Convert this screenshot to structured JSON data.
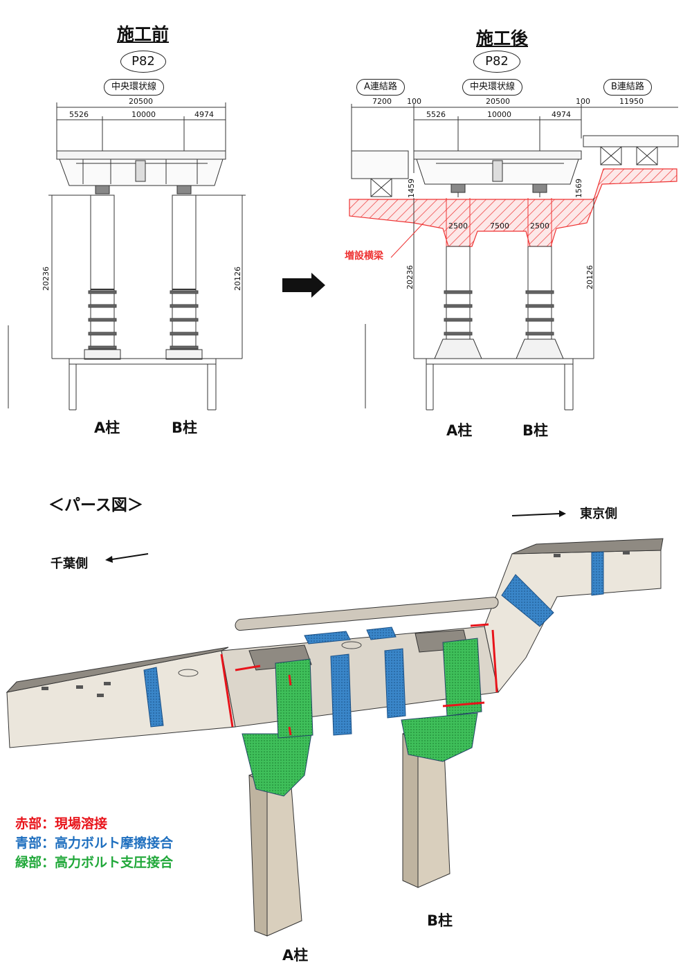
{
  "before": {
    "title": "施工前",
    "pier": "P82",
    "route": "中央環状線",
    "dims": {
      "total": "20500",
      "left": "5526",
      "mid": "10000",
      "right": "4974",
      "heightA": "20236",
      "heightB": "20126"
    },
    "colA": "A柱",
    "colB": "B柱"
  },
  "after": {
    "title": "施工後",
    "pier": "P82",
    "routeA": "A連結路",
    "route": "中央環状線",
    "routeB": "B連結路",
    "dims": {
      "a": "7200",
      "gapL": "100",
      "total": "20500",
      "gapR": "100",
      "b": "11950",
      "left": "5526",
      "mid": "10000",
      "right": "4974",
      "h1": "1459",
      "h2": "1569",
      "w1": "2500",
      "w2": "7500",
      "w3": "2500",
      "heightA": "20236",
      "heightB": "20126"
    },
    "beam_label": "増設横梁",
    "colA": "A柱",
    "colB": "B柱"
  },
  "perspective": {
    "title": "＜パース図＞",
    "tokyo": "東京側",
    "chiba": "千葉側",
    "legend": [
      {
        "text": "赤部：現場溶接",
        "color": "#e8141b"
      },
      {
        "text": "青部：高力ボルト摩擦接合",
        "color": "#1f6fbf"
      },
      {
        "text": "緑部：高力ボルト支圧接合",
        "color": "#21a83a"
      }
    ],
    "colA": "A柱",
    "colB": "B柱"
  }
}
